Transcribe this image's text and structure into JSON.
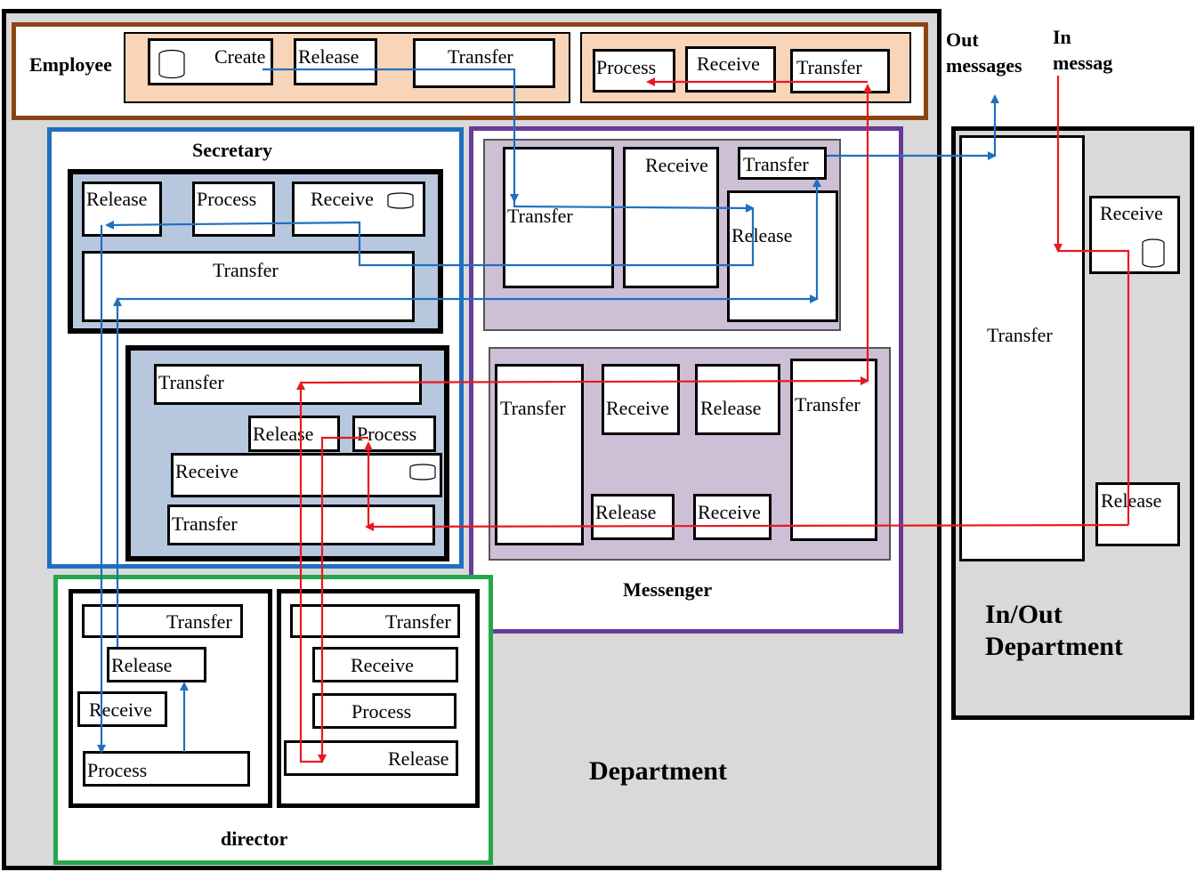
{
  "labels": {
    "employee": "Employee",
    "secretary": "Secretary",
    "messenger": "Messenger",
    "director": "director",
    "department": "Department",
    "inout_line1": "In/Out",
    "inout_line2": "Department",
    "out_line1": "Out",
    "out_line2": "messages",
    "in_line1": "In",
    "in_line2": "messag"
  },
  "employee": {
    "create": "Create",
    "release": "Release",
    "transfer1": "Transfer",
    "process": "Process",
    "receive": "Receive",
    "transfer2": "Transfer"
  },
  "secretary": {
    "top": {
      "release": "Release",
      "process": "Process",
      "receive": "Receive",
      "transfer": "Transfer"
    },
    "bottom": {
      "transfer_top": "Transfer",
      "release": "Release",
      "process": "Process",
      "receive": "Receive",
      "transfer_bottom": "Transfer"
    }
  },
  "messenger": {
    "top": {
      "transfer": "Transfer",
      "receive": "Receive",
      "transfer_out": "Transfer",
      "release": "Release"
    },
    "bottom": {
      "transfer_left": "Transfer",
      "receive1": "Receive",
      "release1": "Release",
      "transfer_right": "Transfer",
      "release2": "Release",
      "receive2": "Receive"
    }
  },
  "director": {
    "left": {
      "transfer": "Transfer",
      "release": "Release",
      "receive": "Receive",
      "process": "Process"
    },
    "right": {
      "transfer": "Transfer",
      "receive": "Receive",
      "process": "Process",
      "release": "Release"
    }
  },
  "inout": {
    "transfer": "Transfer",
    "receive": "Receive",
    "release": "Release"
  },
  "colors": {
    "flow_blue": "#1f6fbf",
    "flow_red": "#e8191f",
    "department_bg": "#d9d9d9",
    "employee_inner": "#f8d4b8",
    "employee_border": "#8b4513",
    "secretary_border": "#1f6fbf",
    "secretary_inner": "#b7c7de",
    "messenger_border": "#6a3a9a",
    "messenger_inner": "#cdbfd6",
    "director_border": "#22a84a"
  }
}
